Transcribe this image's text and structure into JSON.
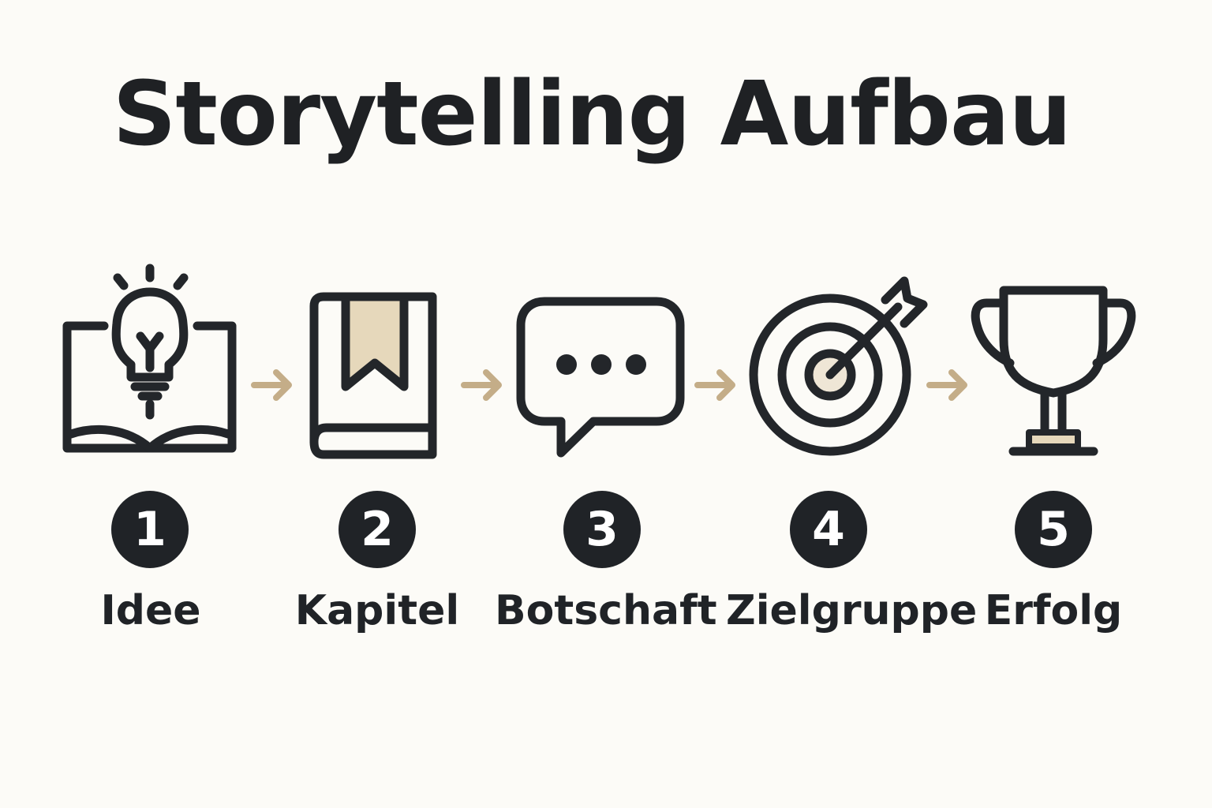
{
  "title": "Storytelling Aufbau",
  "colors": {
    "background": "#fcfbf7",
    "ink": "#23262a",
    "accent": "#c4ad88",
    "accent_fill": "#e6d8bb"
  },
  "steps": [
    {
      "number": "1",
      "label": "Idee",
      "icon": "open-book-lightbulb-icon"
    },
    {
      "number": "2",
      "label": "Kapitel",
      "icon": "bookmarked-book-icon"
    },
    {
      "number": "3",
      "label": "Botschaft",
      "icon": "speech-bubble-icon"
    },
    {
      "number": "4",
      "label": "Zielgruppe",
      "icon": "target-arrow-icon"
    },
    {
      "number": "5",
      "label": "Erfolg",
      "icon": "trophy-icon"
    }
  ]
}
